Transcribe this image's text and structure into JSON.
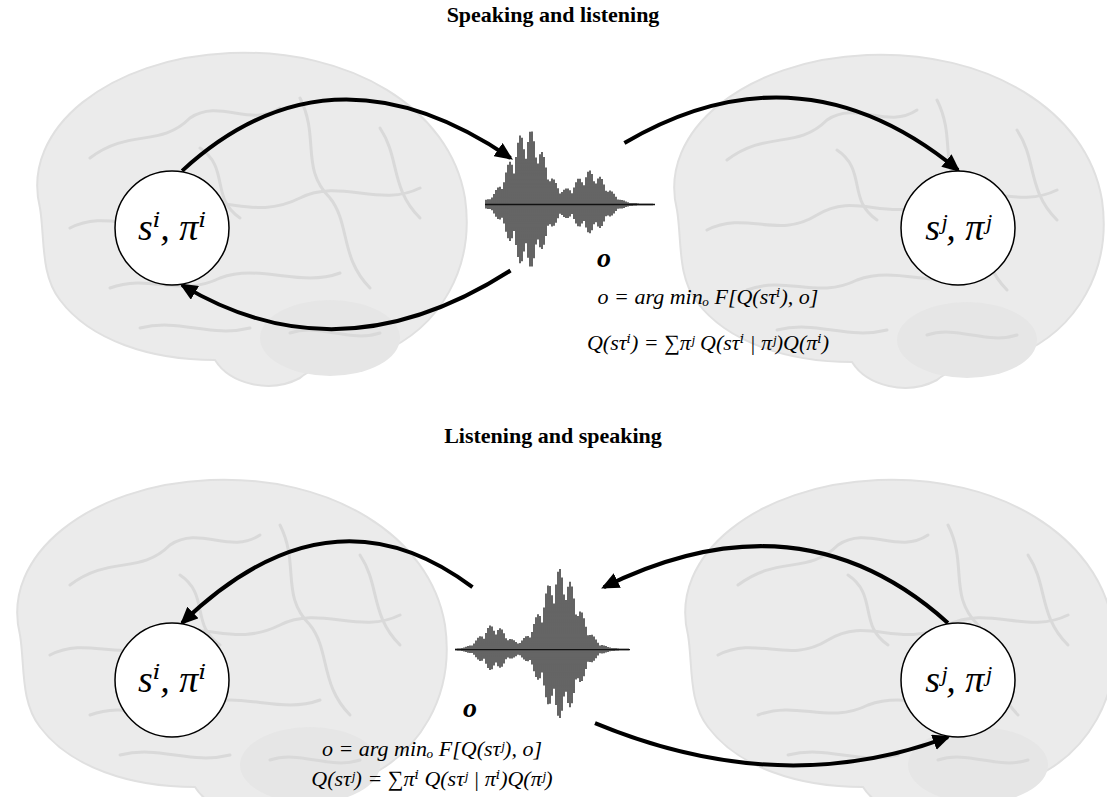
{
  "diagram": {
    "nodes": [
      {
        "text": [
          "sⁱ, πⁱ"
        ]
      },
      {
        "text": [
          "o"
        ]
      },
      {
        "text": [
          "sʲ, πʲ"
        ]
      },
      {
        "text": [
          "sⁱ, πⁱ"
        ]
      },
      {
        "text": [
          "o"
        ]
      },
      {
        "text": [
          "sʲ, πʲ"
        ]
      }
    ],
    "edges": [
      {
        "from": 0,
        "to": 1,
        "arrow": "to"
      },
      {
        "from": 1,
        "to": 0,
        "arrow": "to"
      },
      {
        "from": 1,
        "to": 2,
        "arrow": "to"
      },
      {
        "from": 5,
        "to": 4,
        "arrow": "to"
      },
      {
        "from": 4,
        "to": 5,
        "arrow": "to"
      },
      {
        "from": 4,
        "to": 3,
        "arrow": "to"
      }
    ],
    "labels": [
      "Speaking and listening",
      "o = arg minₒ F[Q(sτⁱ), o]",
      "Q(sτⁱ) = ∑πʲ Q(sτⁱ | πʲ)Q(πⁱ)",
      "Listening and speaking",
      "o = arg minₒ F[Q(sτʲ), o]",
      "Q(sτʲ) = ∑πⁱ Q(sτʲ | πⁱ)Q(πʲ)"
    ]
  }
}
